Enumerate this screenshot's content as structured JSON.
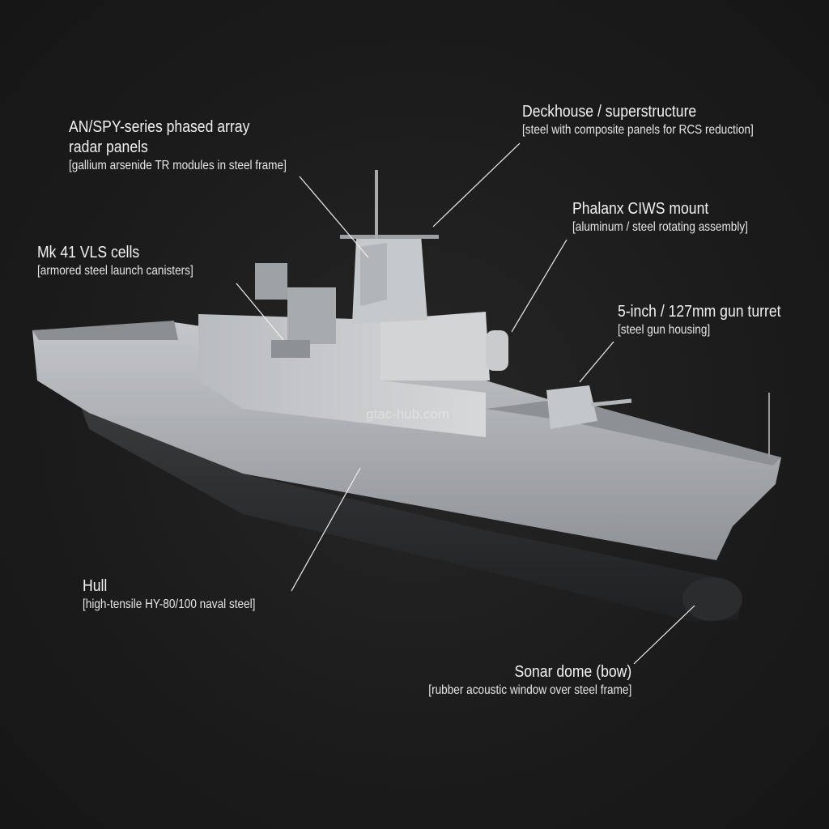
{
  "watermark": "gtac-hub.com",
  "callouts": [
    {
      "title": "AN/SPY-series phased array",
      "title2": "radar panels",
      "material": "[gallium arsenide TR modules in steel frame]"
    },
    {
      "title": "Deckhouse / superstructure",
      "material": "[steel with composite panels for RCS reduction]"
    },
    {
      "title": "Mk 41 VLS cells",
      "material": "[armored steel launch canisters]"
    },
    {
      "title": "Phalanx CIWS mount",
      "material": "[aluminum / steel rotating assembly]"
    },
    {
      "title": "5-inch / 127mm gun turret",
      "material": "[steel gun housing]"
    },
    {
      "title": "Hull",
      "material": "[high-tensile HY-80/100 naval steel]"
    },
    {
      "title": "Sonar dome (bow)",
      "material": "[rubber acoustic window over steel frame]"
    }
  ],
  "colors": {
    "background": "#1c1c1c",
    "hull_grey": "#a9acaf",
    "lower_hull": "#2e2f31",
    "text": "#f2f2f2"
  }
}
